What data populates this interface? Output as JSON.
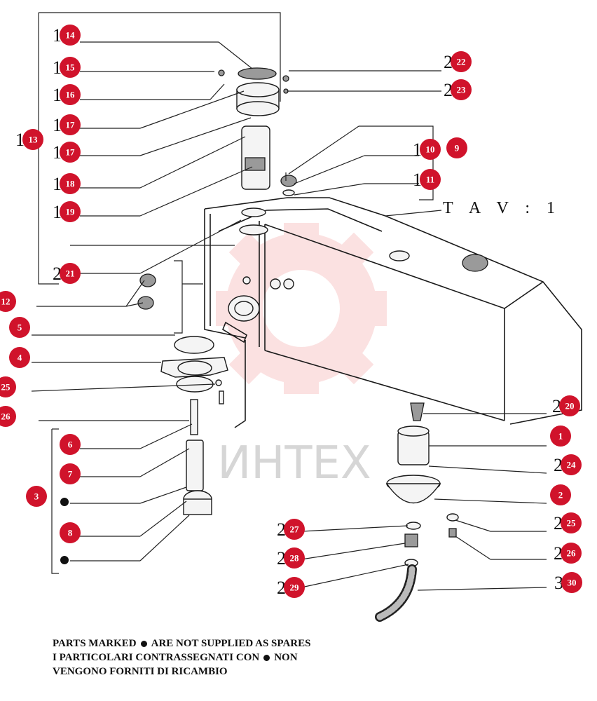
{
  "diagram": {
    "sheet_label": "T A V : 1",
    "watermark": "ИНТЕХ",
    "notes": [
      {
        "before": "PARTS MARKED",
        "after": "ARE NOT SUPPLIED AS SPARES"
      },
      {
        "before": "I PARTICOLARI CONTRASSEGNATI CON",
        "after": "NON"
      },
      {
        "before": "VENGONO FORNITI DI RICAMBIO",
        "after": ""
      }
    ],
    "callouts": [
      {
        "num": "14",
        "prefix": "1",
        "side": "left"
      },
      {
        "num": "15",
        "prefix": "1",
        "side": "left"
      },
      {
        "num": "16",
        "prefix": "1",
        "side": "left"
      },
      {
        "num": "17",
        "prefix": "1",
        "side": "left"
      },
      {
        "num": "13",
        "prefix": "1",
        "side": "left"
      },
      {
        "num": "17",
        "prefix": "1",
        "side": "left"
      },
      {
        "num": "18",
        "prefix": "1",
        "side": "left"
      },
      {
        "num": "19",
        "prefix": "1",
        "side": "left"
      },
      {
        "num": "21",
        "prefix": "2",
        "side": "left"
      },
      {
        "num": "12",
        "prefix": "",
        "side": "left"
      },
      {
        "num": "5",
        "prefix": "",
        "side": "left"
      },
      {
        "num": "4",
        "prefix": "",
        "side": "left"
      },
      {
        "num": "25",
        "prefix": "",
        "side": "left"
      },
      {
        "num": "26",
        "prefix": "",
        "side": "left"
      },
      {
        "num": "6",
        "prefix": "",
        "side": "left"
      },
      {
        "num": "7",
        "prefix": "",
        "side": "left"
      },
      {
        "num": "3",
        "prefix": "",
        "side": "left"
      },
      {
        "num": "8",
        "prefix": "",
        "side": "left"
      },
      {
        "num": "22",
        "prefix": "2",
        "side": "right"
      },
      {
        "num": "23",
        "prefix": "2",
        "side": "right"
      },
      {
        "num": "10",
        "prefix": "1",
        "side": "right"
      },
      {
        "num": "9",
        "prefix": "",
        "side": "right"
      },
      {
        "num": "11",
        "prefix": "1",
        "side": "right"
      },
      {
        "num": "20",
        "prefix": "2",
        "side": "right"
      },
      {
        "num": "1",
        "prefix": "",
        "side": "right"
      },
      {
        "num": "24",
        "prefix": "2",
        "side": "right"
      },
      {
        "num": "2",
        "prefix": "",
        "side": "right"
      },
      {
        "num": "25",
        "prefix": "2",
        "side": "right"
      },
      {
        "num": "26",
        "prefix": "2",
        "side": "right"
      },
      {
        "num": "27",
        "prefix": "2",
        "side": "center"
      },
      {
        "num": "28",
        "prefix": "2",
        "side": "center"
      },
      {
        "num": "29",
        "prefix": "2",
        "side": "center"
      },
      {
        "num": "30",
        "prefix": "3",
        "side": "right"
      }
    ]
  },
  "colors": {
    "badge": "#d0132b",
    "watermark": "#e84a4a",
    "ink": "#111111"
  }
}
